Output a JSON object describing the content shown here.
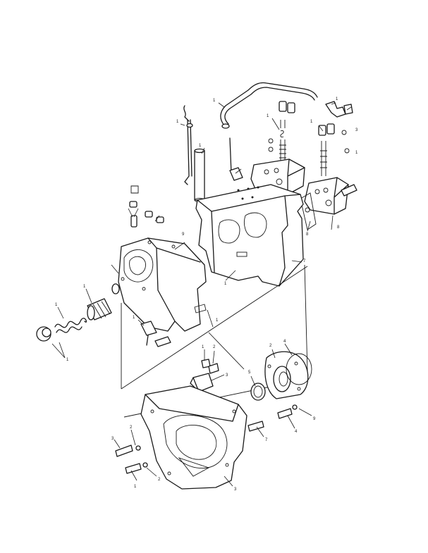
{
  "figure": {
    "callouts": [
      {
        "id": "c-case-top",
        "text": "1"
      },
      {
        "id": "c-case-side",
        "text": "7"
      },
      {
        "id": "c-pump-left",
        "text": "8"
      },
      {
        "id": "c-pump-right",
        "text": "8"
      },
      {
        "id": "c-front-housing",
        "text": "3"
      },
      {
        "id": "c-washer-a",
        "text": "2"
      },
      {
        "id": "c-washer-b",
        "text": "2"
      },
      {
        "id": "c-bolt-a",
        "text": "3"
      },
      {
        "id": "c-bolt-b",
        "text": "1"
      },
      {
        "id": "c-bolt-c",
        "text": "7"
      },
      {
        "id": "c-bolt-d",
        "text": "4"
      },
      {
        "id": "c-washer-c",
        "text": "9"
      },
      {
        "id": "c-bracket",
        "text": "3"
      },
      {
        "id": "c-seal",
        "text": "5"
      },
      {
        "id": "c-oring",
        "text": "4"
      },
      {
        "id": "c-bearing-ret",
        "text": "2"
      },
      {
        "id": "c-small-bolt-a",
        "text": "1"
      },
      {
        "id": "c-small-bolt-b",
        "text": "2"
      },
      {
        "id": "c-screen",
        "text": "1"
      },
      {
        "id": "c-spring",
        "text": "1"
      },
      {
        "id": "c-plug",
        "text": "1"
      },
      {
        "id": "c-switch",
        "text": "1"
      },
      {
        "id": "c-cover",
        "text": "9"
      },
      {
        "id": "c-valve-1",
        "text": "1"
      },
      {
        "id": "c-valve-2",
        "text": "1"
      },
      {
        "id": "c-tube",
        "text": "1"
      },
      {
        "id": "c-elbow",
        "text": "1"
      },
      {
        "id": "c-fitting",
        "text": "3"
      },
      {
        "id": "c-plug-r",
        "text": "1"
      },
      {
        "id": "c-breather",
        "text": "1"
      },
      {
        "id": "c-dowel",
        "text": "1"
      },
      {
        "id": "c-gasket",
        "text": "1"
      }
    ]
  }
}
